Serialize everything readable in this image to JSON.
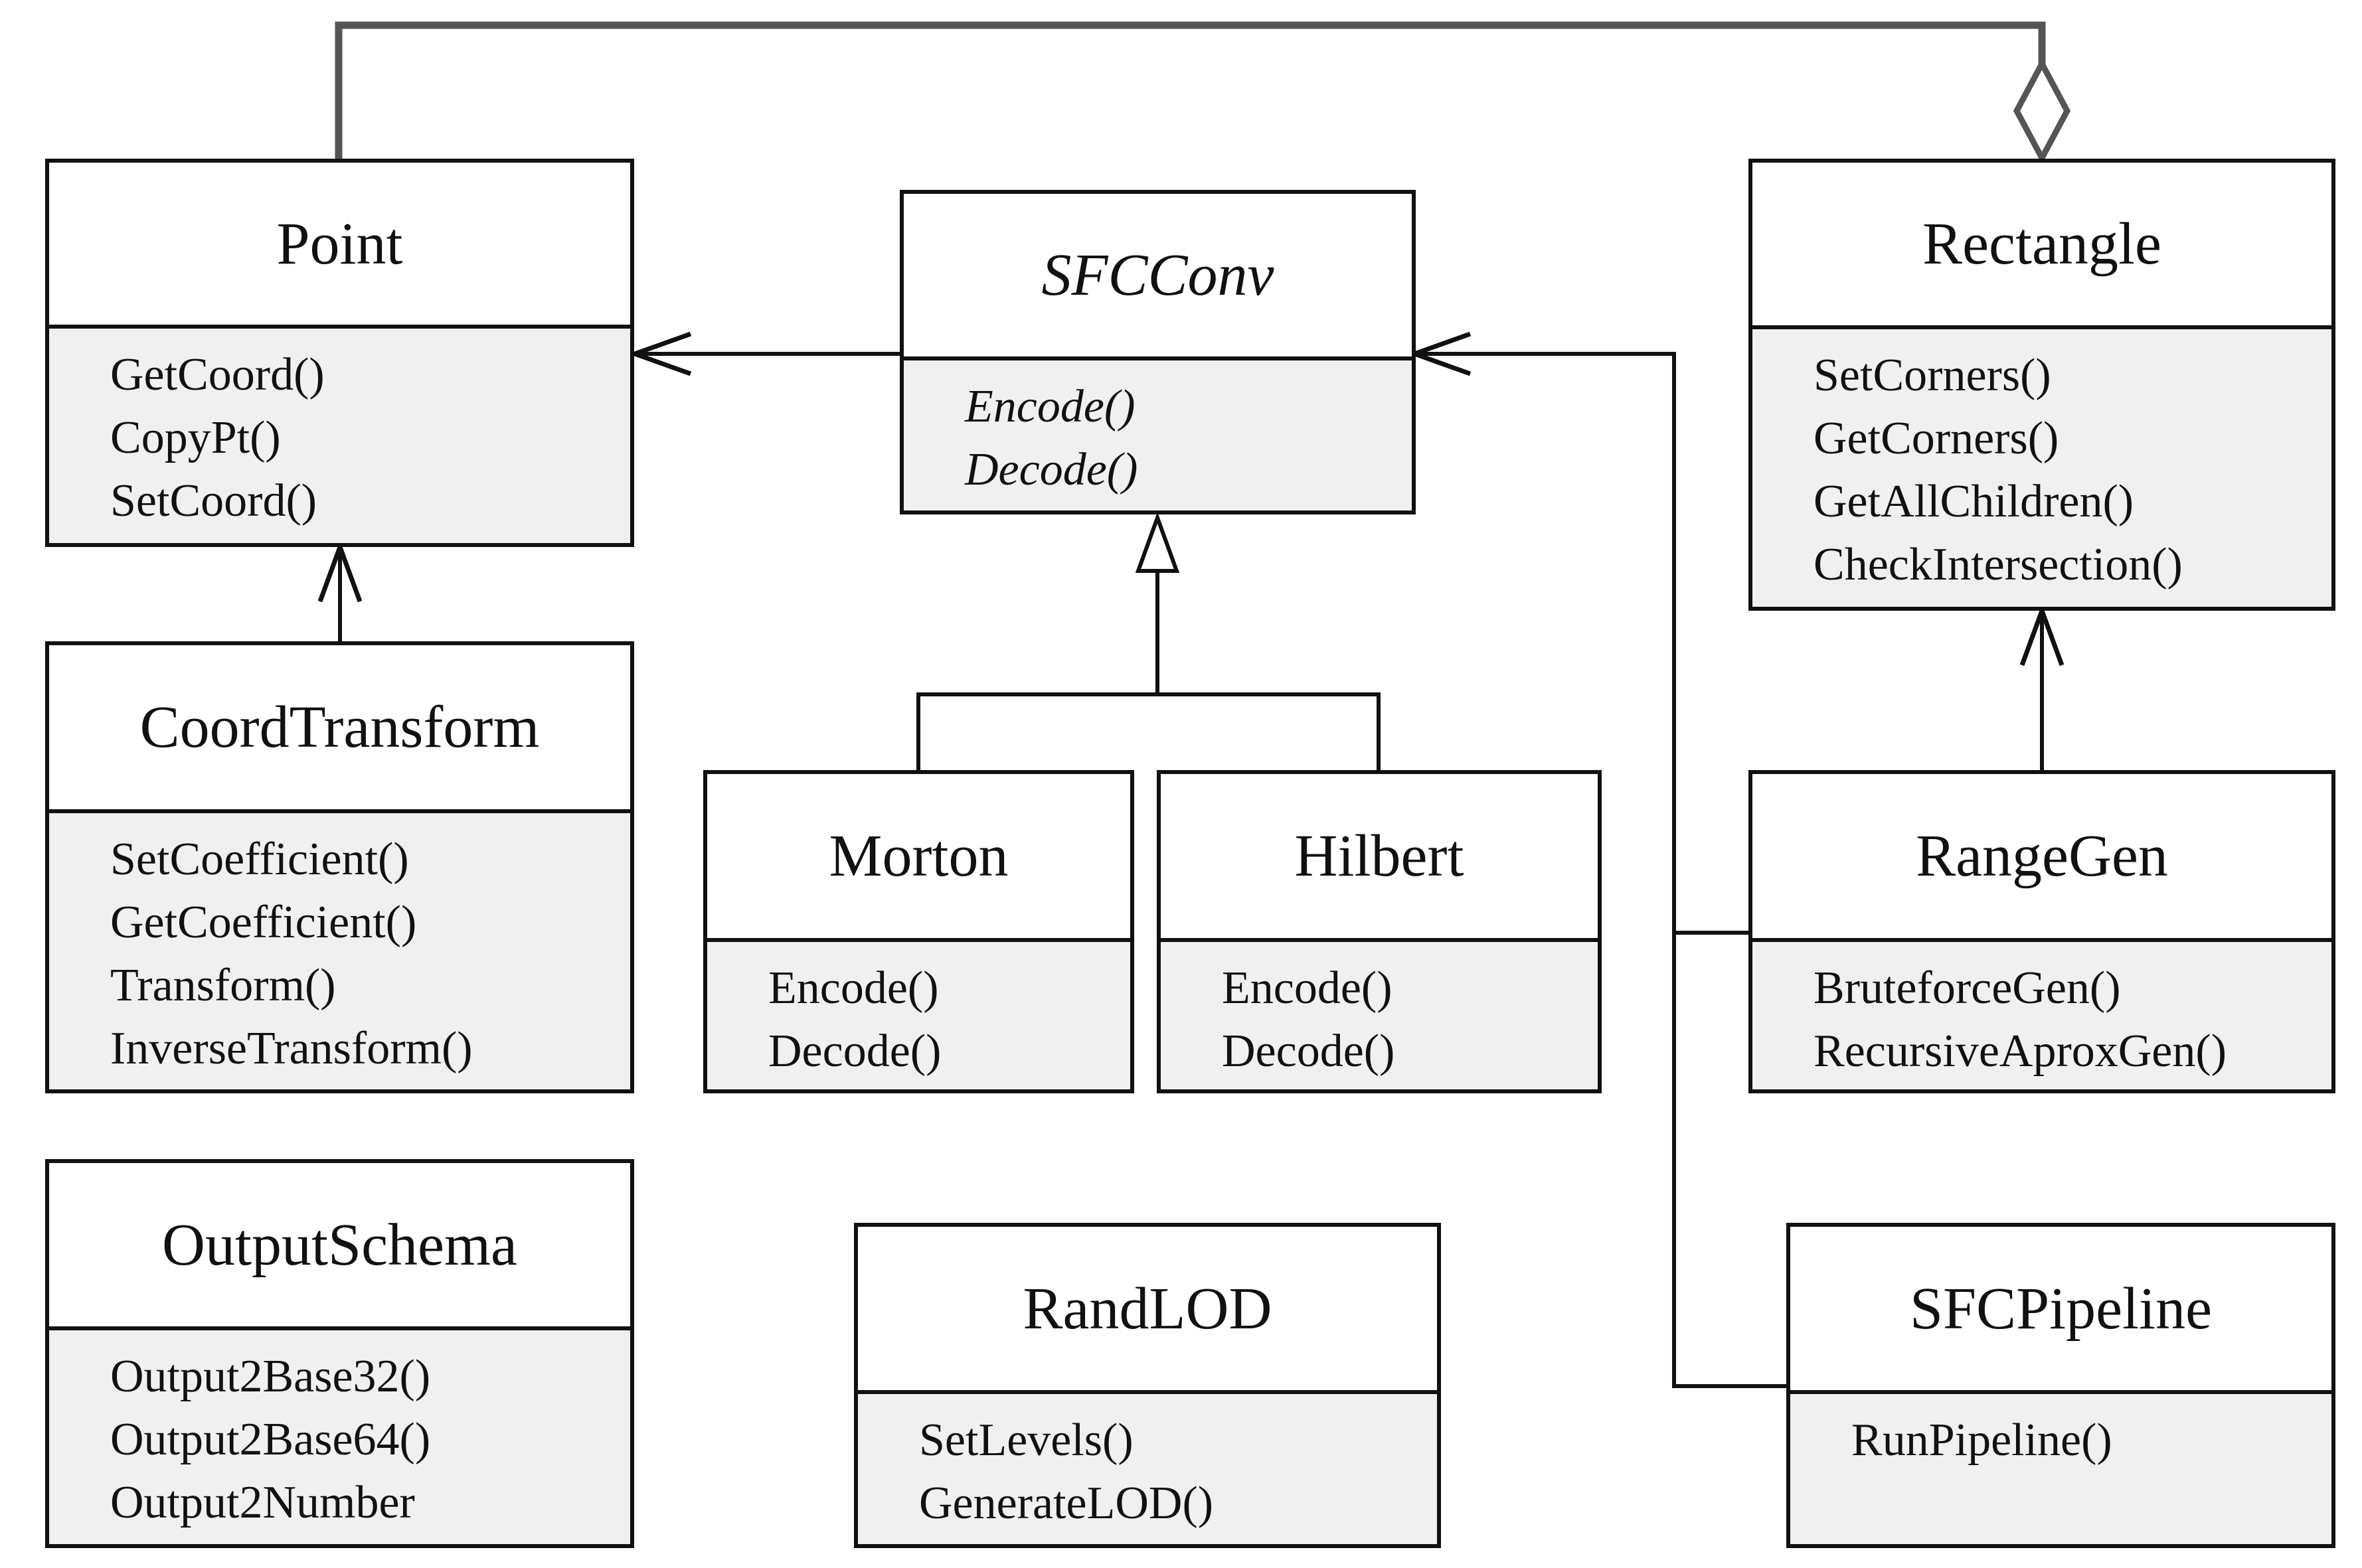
{
  "colors": {
    "line": "#111111",
    "aggregation_line": "#555555",
    "name_bg": "#ffffff",
    "ops_bg": "#f0f0f0"
  },
  "classes": {
    "point": {
      "name": "Point",
      "ops": [
        "GetCoord()",
        "CopyPt()",
        "SetCoord()"
      ]
    },
    "sfcconv": {
      "name": "SFCConv",
      "abstract": true,
      "ops": [
        "Encode()",
        "Decode()"
      ]
    },
    "rectangle": {
      "name": "Rectangle",
      "ops": [
        "SetCorners()",
        "GetCorners()",
        "GetAllChildren()",
        "CheckIntersection()"
      ]
    },
    "coordtransform": {
      "name": "CoordTransform",
      "ops": [
        "SetCoefficient()",
        "GetCoefficient()",
        "Transform()",
        "InverseTransform()"
      ]
    },
    "morton": {
      "name": "Morton",
      "ops": [
        "Encode()",
        "Decode()"
      ]
    },
    "hilbert": {
      "name": "Hilbert",
      "ops": [
        "Encode()",
        "Decode()"
      ]
    },
    "rangegen": {
      "name": "RangeGen",
      "ops": [
        "BruteforceGen()",
        "RecursiveAproxGen()"
      ]
    },
    "outputschema": {
      "name": "OutputSchema",
      "ops": [
        "Output2Base32()",
        "Output2Base64()",
        "Output2Number"
      ]
    },
    "randlod": {
      "name": "RandLOD",
      "ops": [
        "SetLevels()",
        "GenerateLOD()"
      ]
    },
    "sfcpipeline": {
      "name": "SFCPipeline",
      "ops": [
        "RunPipeline()"
      ]
    }
  },
  "relations": [
    {
      "from": "Rectangle",
      "to": "Point",
      "type": "aggregation"
    },
    {
      "from": "SFCConv",
      "to": "Point",
      "type": "dependency"
    },
    {
      "from": "CoordTransform",
      "to": "Point",
      "type": "dependency"
    },
    {
      "from": "Morton",
      "to": "SFCConv",
      "type": "generalization"
    },
    {
      "from": "Hilbert",
      "to": "SFCConv",
      "type": "generalization"
    },
    {
      "from": "RangeGen",
      "to": "SFCConv",
      "type": "dependency"
    },
    {
      "from": "SFCPipeline",
      "to": "SFCConv",
      "type": "dependency"
    },
    {
      "from": "RangeGen",
      "to": "Rectangle",
      "type": "dependency"
    }
  ]
}
